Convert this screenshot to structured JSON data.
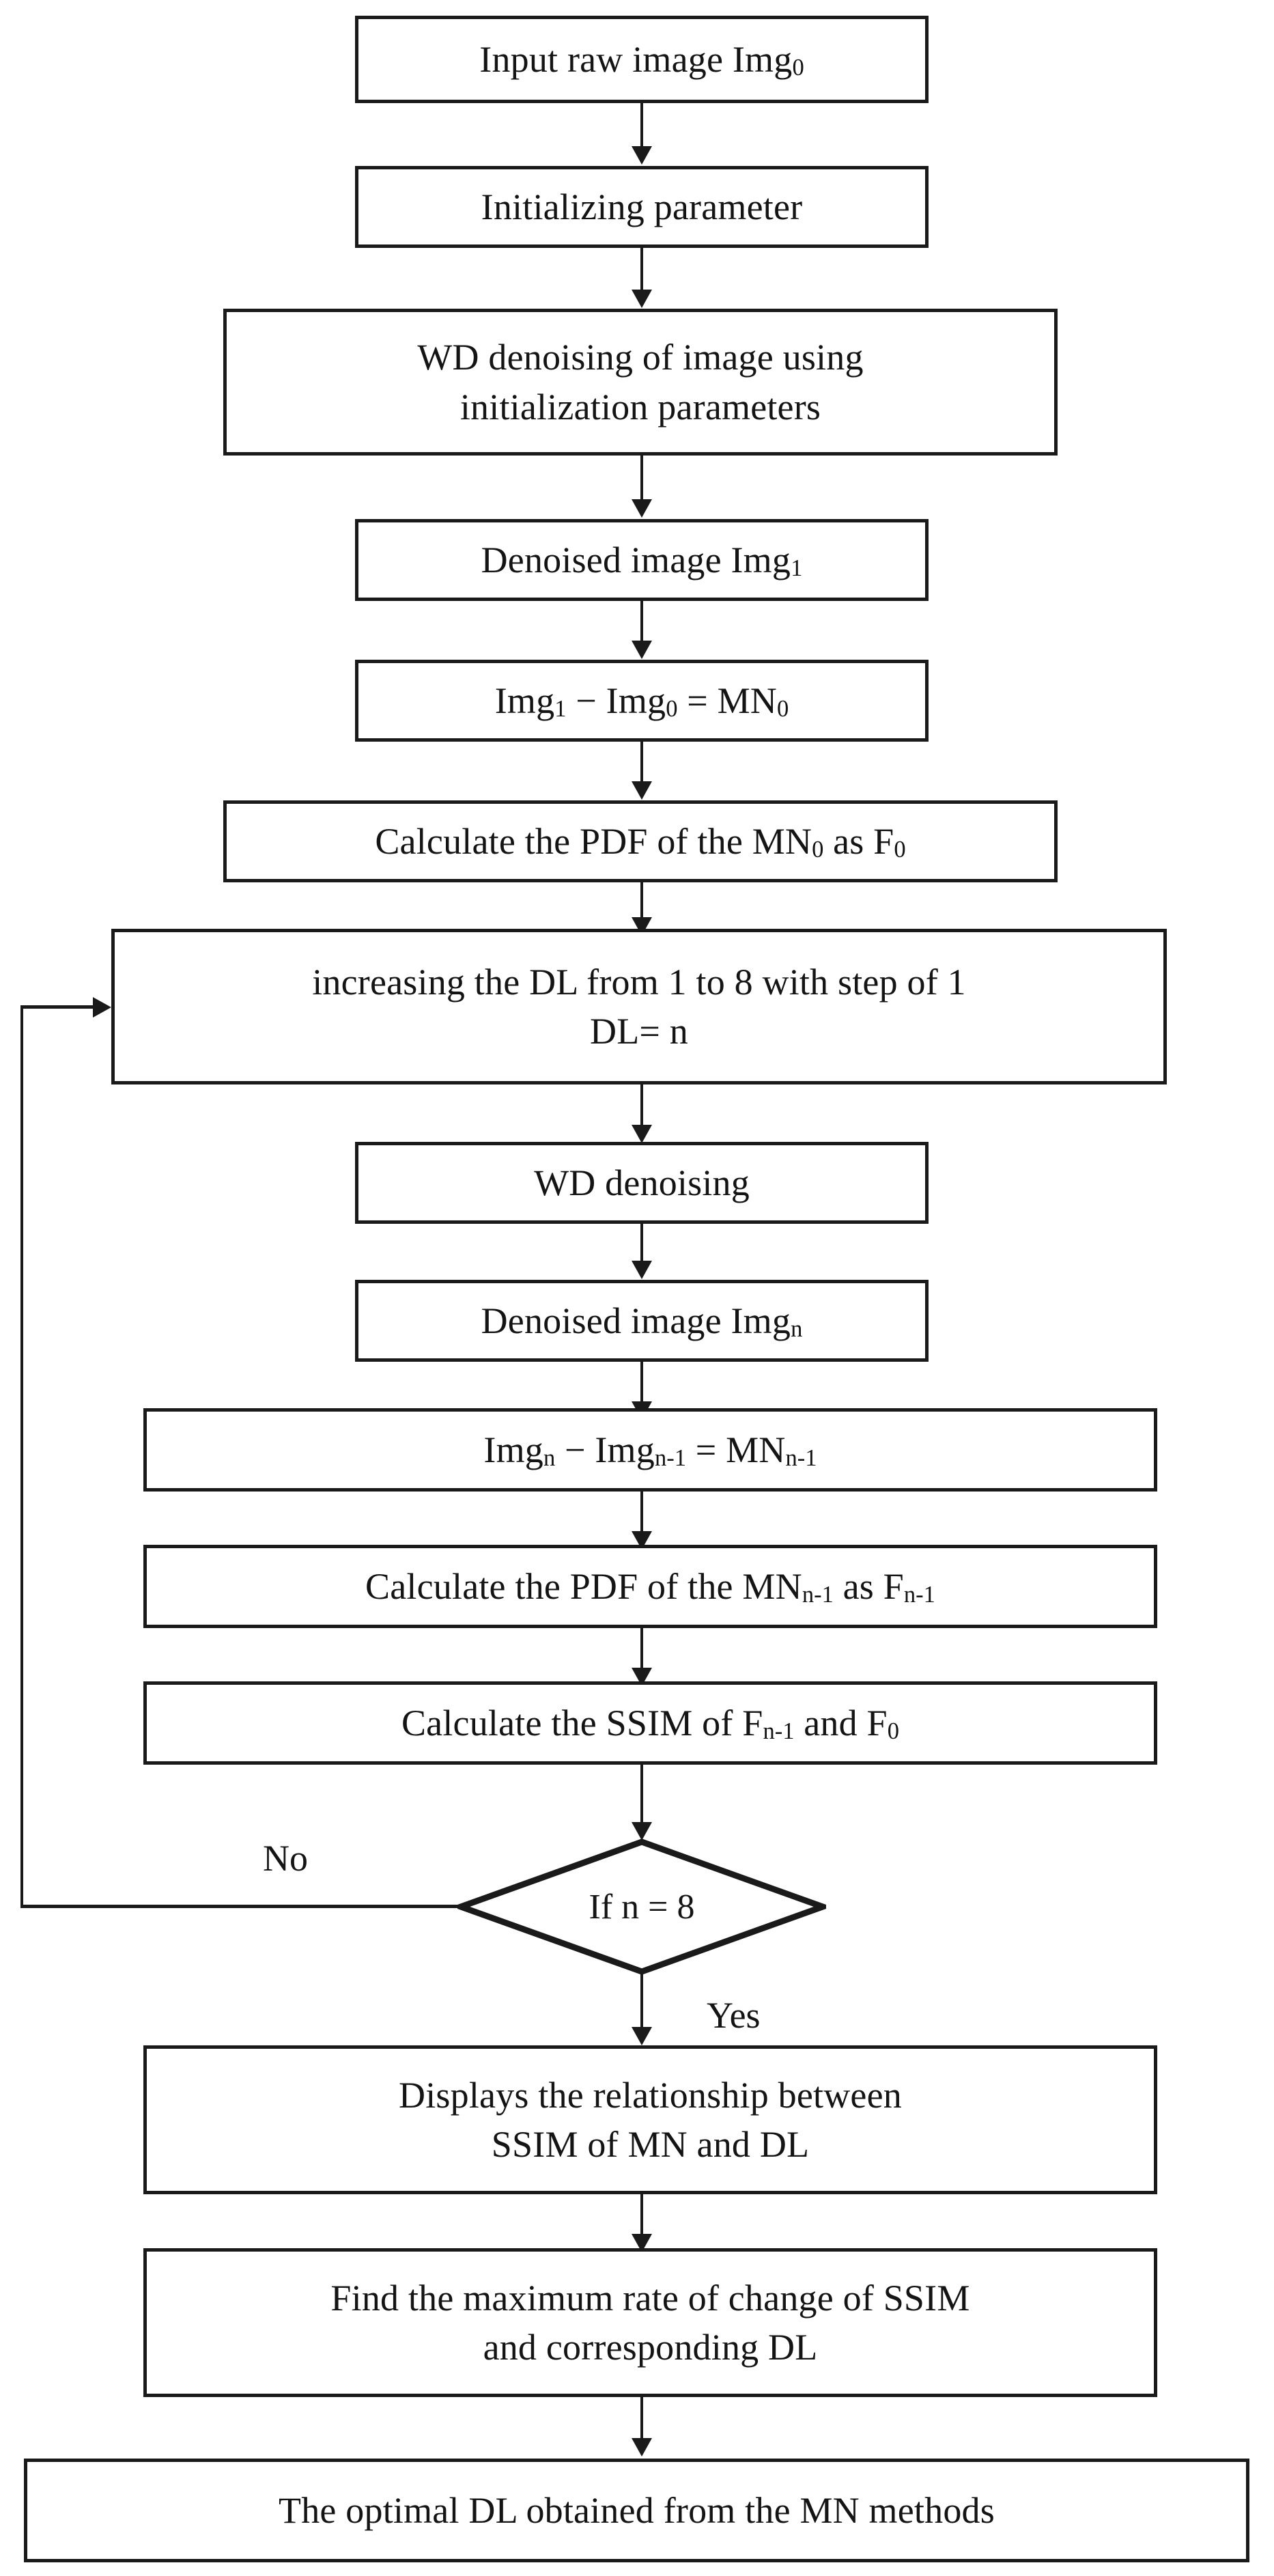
{
  "diagram": {
    "type": "flowchart",
    "orientation": "top-to-bottom",
    "title": "",
    "colors": {
      "stroke": "#1a1a1a",
      "text": "#141414",
      "background": "#ffffff"
    },
    "nodes": [
      {
        "id": "n1",
        "shape": "rectangle",
        "label": "Input raw image Img",
        "sub": "0"
      },
      {
        "id": "n2",
        "shape": "rectangle",
        "label": "Initializing parameter",
        "sub": ""
      },
      {
        "id": "n3",
        "shape": "rectangle",
        "line1": "WD denoising of image using",
        "line2": "initialization parameters"
      },
      {
        "id": "n4",
        "shape": "rectangle",
        "label": "Denoised image Img",
        "sub": "1"
      },
      {
        "id": "n5",
        "shape": "rectangle",
        "label_a": "Img",
        "sub_a": "1",
        "op": " − ",
        "label_b": "Img",
        "sub_b": "0",
        "eq": " = ",
        "label_c": "MN",
        "sub_c": "0"
      },
      {
        "id": "n6",
        "shape": "rectangle",
        "pre": "Calculate the PDF of the MN",
        "sub1": "0",
        "mid": " as F",
        "sub2": "0"
      },
      {
        "id": "n7",
        "shape": "rectangle",
        "line1": "increasing the DL from 1 to 8 with step of 1",
        "line2": "DL= n"
      },
      {
        "id": "n8",
        "shape": "rectangle",
        "label": "WD denoising",
        "sub": ""
      },
      {
        "id": "n9",
        "shape": "rectangle",
        "label": "Denoised image Img",
        "sub": "n"
      },
      {
        "id": "n10",
        "shape": "rectangle",
        "label_a": "Img",
        "sub_a": "n",
        "op": " − ",
        "label_b": "Img",
        "sub_b": "n-1",
        "eq": " = ",
        "label_c": "MN",
        "sub_c": "n-1"
      },
      {
        "id": "n11",
        "shape": "rectangle",
        "pre": "Calculate the PDF of the MN",
        "sub1": "n-1",
        "mid": " as F",
        "sub2": "n-1"
      },
      {
        "id": "n12",
        "shape": "rectangle",
        "pre": "Calculate the SSIM of F",
        "sub1": "n-1",
        "mid": " and F",
        "sub2": "0"
      },
      {
        "id": "n13",
        "shape": "diamond",
        "label": "If n = 8"
      },
      {
        "id": "n14",
        "shape": "rectangle",
        "line1": "Displays the relationship between",
        "line2": "SSIM of MN and DL"
      },
      {
        "id": "n15",
        "shape": "rectangle",
        "line1": "Find the maximum rate of change of SSIM",
        "line2": "and corresponding DL"
      },
      {
        "id": "n16",
        "shape": "rectangle",
        "label": "The optimal DL obtained from the MN methods",
        "sub": ""
      }
    ],
    "edge_labels": {
      "no": "No",
      "yes": "Yes"
    },
    "edges": [
      {
        "from": "n1",
        "to": "n2",
        "label": ""
      },
      {
        "from": "n2",
        "to": "n3",
        "label": ""
      },
      {
        "from": "n3",
        "to": "n4",
        "label": ""
      },
      {
        "from": "n4",
        "to": "n5",
        "label": ""
      },
      {
        "from": "n5",
        "to": "n6",
        "label": ""
      },
      {
        "from": "n6",
        "to": "n7",
        "label": ""
      },
      {
        "from": "n7",
        "to": "n8",
        "label": ""
      },
      {
        "from": "n8",
        "to": "n9",
        "label": ""
      },
      {
        "from": "n9",
        "to": "n10",
        "label": ""
      },
      {
        "from": "n10",
        "to": "n11",
        "label": ""
      },
      {
        "from": "n11",
        "to": "n12",
        "label": ""
      },
      {
        "from": "n12",
        "to": "n13",
        "label": ""
      },
      {
        "from": "n13",
        "to": "n7",
        "label": "No"
      },
      {
        "from": "n13",
        "to": "n14",
        "label": "Yes"
      },
      {
        "from": "n14",
        "to": "n15",
        "label": ""
      },
      {
        "from": "n15",
        "to": "n16",
        "label": ""
      }
    ]
  }
}
